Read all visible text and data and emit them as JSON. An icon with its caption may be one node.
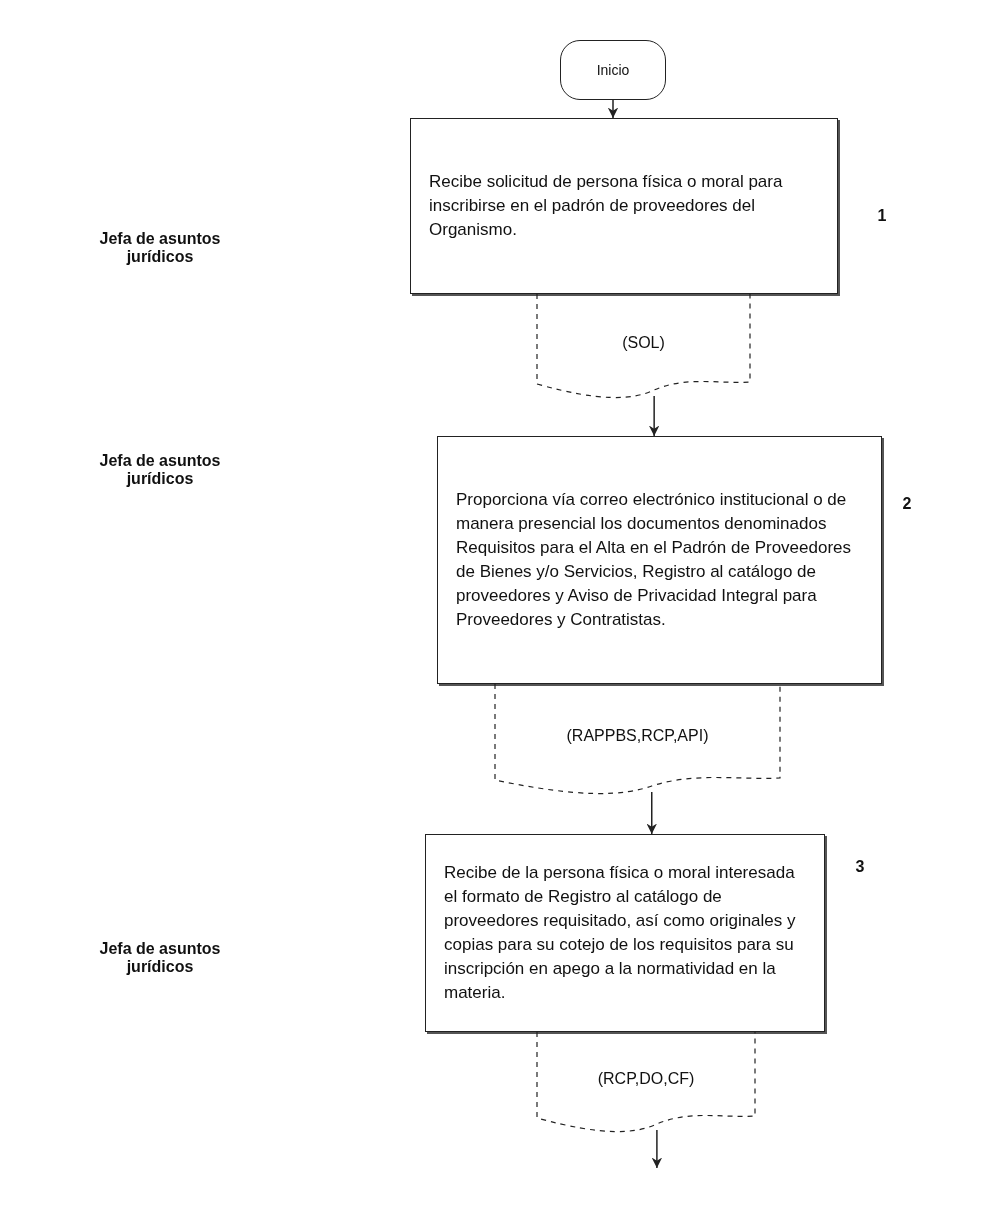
{
  "diagram": {
    "nodes": [
      {
        "text": [
          "Inicio"
        ]
      },
      {
        "text": [
          "Recibe solicitud de persona física o moral para inscribirse en el padrón de proveedores del Organismo."
        ]
      },
      {
        "text": [
          "(SOL)"
        ]
      },
      {
        "text": [
          "Proporciona vía correo electrónico institucional o de manera presencial los documentos denominados Requisitos para el Alta en el Padrón de Proveedores de Bienes y/o Servicios, Registro al catálogo de proveedores y Aviso de Privacidad Integral para Proveedores y Contratistas."
        ]
      },
      {
        "text": [
          "(RAPPBS,RCP,API)"
        ]
      },
      {
        "text": [
          "Recibe de la persona física o moral interesada el formato de Registro al catálogo de proveedores requisitado, así como originales y copias para su cotejo de los requisitos para su inscripción en apego a la normatividad en la materia."
        ]
      },
      {
        "text": [
          "(RCP,DO,CF)"
        ]
      }
    ],
    "edges": [
      {
        "from": 0,
        "to": 1,
        "arrow": "to"
      },
      {
        "from": 2,
        "to": 3,
        "arrow": "to"
      },
      {
        "from": 4,
        "to": 5,
        "arrow": "to"
      },
      {
        "from": 6,
        "to": null,
        "arrow": "to"
      }
    ],
    "labels": [
      "Jefa de asuntos jurídicos",
      "1",
      "Jefa de asuntos jurídicos",
      "2",
      "3",
      "Jefa de asuntos jurídicos"
    ]
  }
}
